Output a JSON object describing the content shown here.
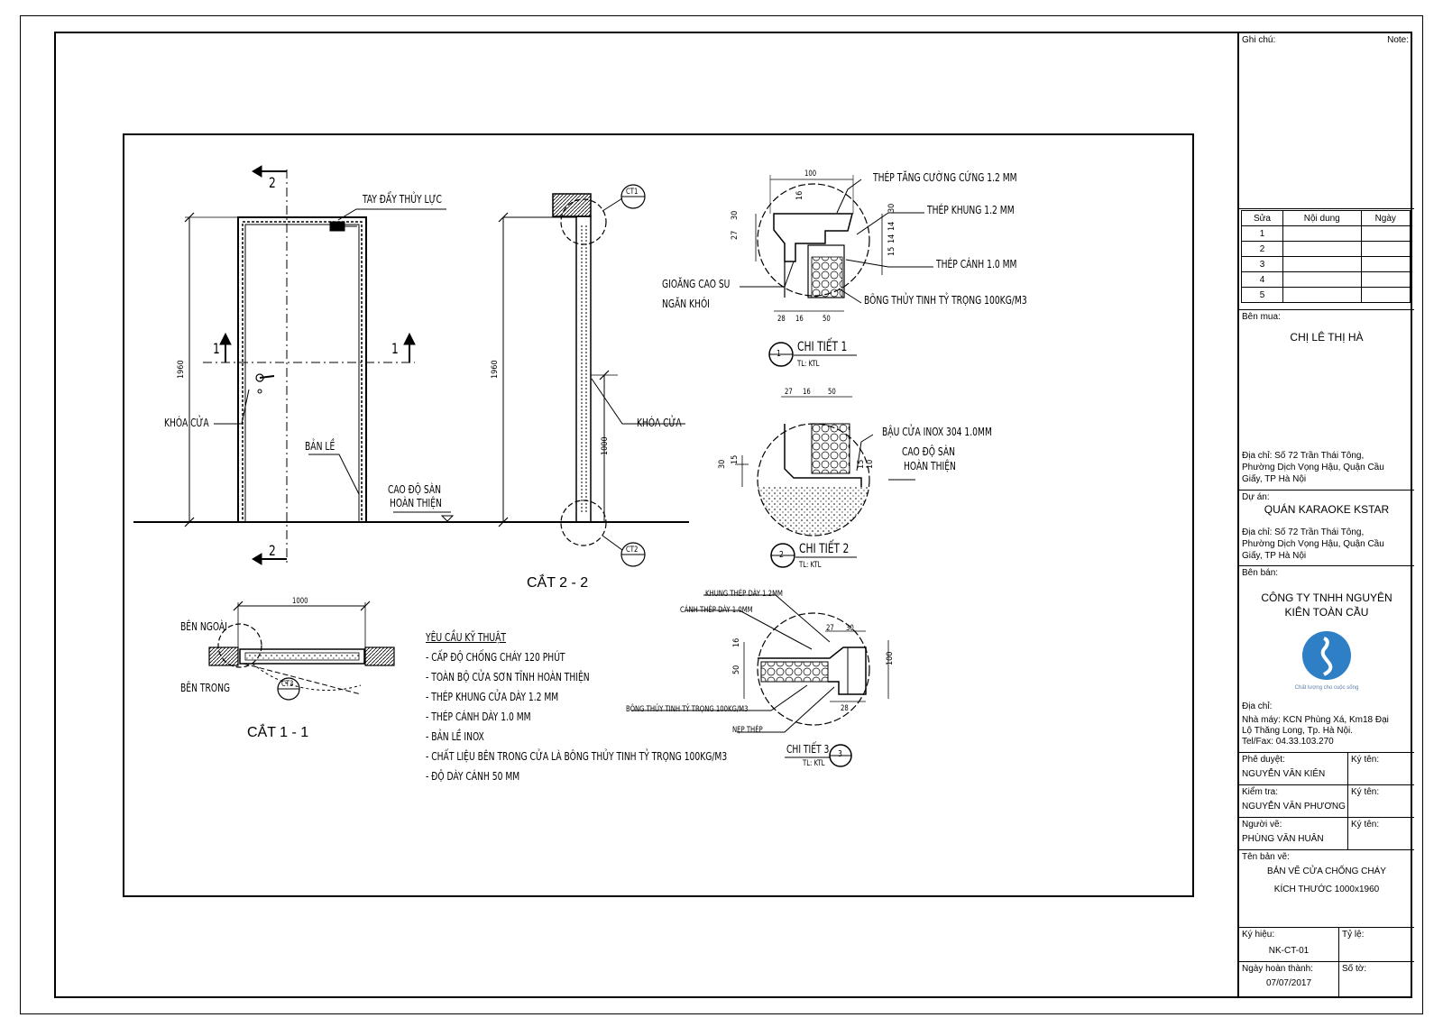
{
  "views": {
    "elevation": {
      "section_marks": [
        "2",
        "2",
        "1",
        "1"
      ],
      "labels": {
        "closer": "TAY ĐẨY THỦY LỰC",
        "lock": "KHÓA CỬA",
        "hinge": "BẢN LỀ",
        "floor": [
          "CAO ĐỘ SÀN",
          "HOÀN THIỆN"
        ]
      },
      "dim_height": "1960"
    },
    "section22": {
      "title": "CẮT 2 - 2",
      "dim_height": "1960",
      "dim_lock": "1000",
      "lock_label": "KHÓA CỬA",
      "callouts": [
        "CT1",
        "CT2"
      ]
    },
    "section11": {
      "title": "CẮT 1 - 1",
      "dim_width": "1000",
      "outside": "BÊN NGOÀI",
      "inside": "BÊN TRONG",
      "callout": "CT3"
    },
    "detail1": {
      "number": "1",
      "title": "CHI TIẾT 1",
      "scale": "TL: KTL",
      "dims_top": [
        "100",
        "16"
      ],
      "dims_left": [
        "30",
        "27"
      ],
      "dims_right": [
        "30",
        "14",
        "14",
        "15"
      ],
      "dims_bottom": [
        "28",
        "16",
        "50"
      ],
      "labels": {
        "reinforcement": "THÉP TĂNG CƯỜNG CỨNG 1.2 MM",
        "frame": "THÉP KHUNG 1.2 MM",
        "leaf": "THÉP CÁNH 1.0 MM",
        "insulation": "BÔNG THỦY TINH TỶ TRỌNG 100KG/M3",
        "gasket": [
          "GIOĂNG CAO SU",
          "NGĂN KHÓI"
        ]
      }
    },
    "detail2": {
      "number": "2",
      "title": "CHI TIẾT 2",
      "scale": "TL: KTL",
      "dims_top": [
        "27",
        "16",
        "50"
      ],
      "dims_side": [
        "30",
        "15",
        "15",
        "10"
      ],
      "labels": {
        "sill": "BẬU CỬA INOX 304 1.0MM",
        "floor": [
          "CAO ĐỘ SÀN",
          "HOÀN THIỆN"
        ]
      }
    },
    "detail3": {
      "number": "3",
      "title": "CHI TIẾT 3",
      "scale": "TL: KTL",
      "dims": [
        "27",
        "30",
        "100",
        "16",
        "50",
        "28"
      ],
      "labels": {
        "frame": "KHUNG THÉP DÀY 1.2MM",
        "leaf": "CÁNH THÉP DÀY 1.0MM",
        "insulation": "BÔNG THỦY TINH TỶ TRỌNG 100KG/M3",
        "trim": "NẸP THÉP"
      }
    }
  },
  "specs": {
    "heading": "YÊU CẦU KỸ THUẬT",
    "items": [
      "- CẤP ĐỘ CHỐNG CHÁY 120 PHÚT",
      "- TOÀN BỘ CỬA SƠN TĨNH HOÀN THIỆN",
      "- THÉP KHUNG CỬA DÀY 1.2 MM",
      "- THÉP CÁNH DÀY 1.0 MM",
      "- BẢN LỀ INOX",
      "- CHẤT LIỆU BÊN TRONG CỬA LÀ BÔNG THỦY TINH TỶ TRỌNG 100KG/M3",
      "- ĐỘ DÀY CÁNH 50 MM"
    ]
  },
  "title_block": {
    "note_vi": "Ghi chú:",
    "note_en": "Note:",
    "revision": {
      "headers": [
        "Sửa",
        "Nội dung",
        "Ngày"
      ],
      "rows": [
        "1",
        "2",
        "3",
        "4",
        "5"
      ]
    },
    "buyer_label": "Bên mua:",
    "buyer": "CHỊ LÊ THỊ HÀ",
    "buyer_address": [
      "Địa chỉ: Số 72 Trần Thái Tông,",
      "Phường Dịch Vọng Hậu, Quận Cầu",
      "Giấy, TP Hà Nội"
    ],
    "project_label": "Dự án:",
    "project": "QUÁN KARAOKE KSTAR",
    "project_address": [
      "Địa chỉ: Số 72 Trần Thái Tông,",
      "Phường Dịch Vọng Hậu, Quận Cầu",
      "Giấy, TP Hà Nội"
    ],
    "seller_label": "Bên bán:",
    "seller": [
      "CÔNG TY TNHH NGUYÊN",
      "KIÊN TOÀN CẦU"
    ],
    "logo_tagline": "Chất lượng cho cuộc sống",
    "seller_address": [
      "Địa chỉ:",
      "Nhà máy: KCN Phùng Xá, Km18 Đại",
      "Lộ Thăng Long, Tp. Hà Nội.",
      "Tel/Fax: 04.33.103.270"
    ],
    "approved_label": "Phê duyệt:",
    "approved": "NGUYỄN VĂN KIÊN",
    "checked_label": "Kiểm tra:",
    "checked": "NGUYỄN VĂN PHƯƠNG",
    "drawn_label": "Người vẽ:",
    "drawn": "PHÙNG VĂN HUÂN",
    "sign_label": "Ký tên:",
    "drawing_name_label": "Tên bản vẽ:",
    "drawing_name": [
      "BẢN VẼ CỬA CHỐNG CHÁY",
      "KÍCH THƯỚC 1000x1960"
    ],
    "code_label": "Ký hiệu:",
    "code": "NK-CT-01",
    "scale_label": "Tỷ lệ:",
    "date_label": "Ngày hoàn thành:",
    "date": "07/07/2017",
    "sheet_label": "Số tờ:"
  }
}
